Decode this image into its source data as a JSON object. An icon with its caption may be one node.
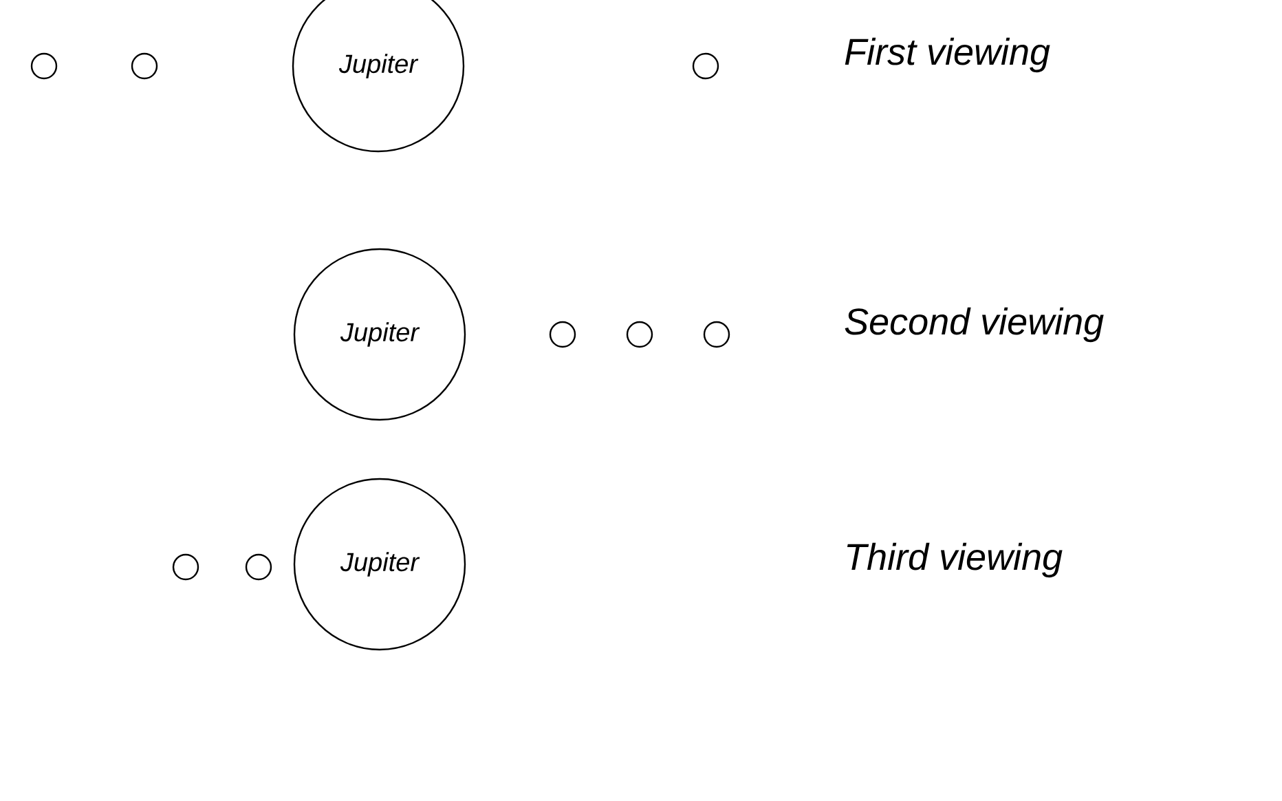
{
  "diagram": {
    "nodes": [
      {
        "text": [],
        "shape": "circle"
      },
      {
        "text": [],
        "shape": "circle"
      },
      {
        "text": [
          "Jupiter"
        ]
      },
      {
        "text": [],
        "shape": "circle"
      },
      {
        "text": [
          "Jupiter"
        ]
      },
      {
        "text": [],
        "shape": "circle"
      },
      {
        "text": [],
        "shape": "circle"
      },
      {
        "text": [],
        "shape": "circle"
      },
      {
        "text": [],
        "shape": "circle"
      },
      {
        "text": [],
        "shape": "circle"
      },
      {
        "text": [
          "Jupiter"
        ]
      }
    ],
    "labels": [
      "First viewing",
      "Second viewing",
      "Third viewing"
    ]
  }
}
